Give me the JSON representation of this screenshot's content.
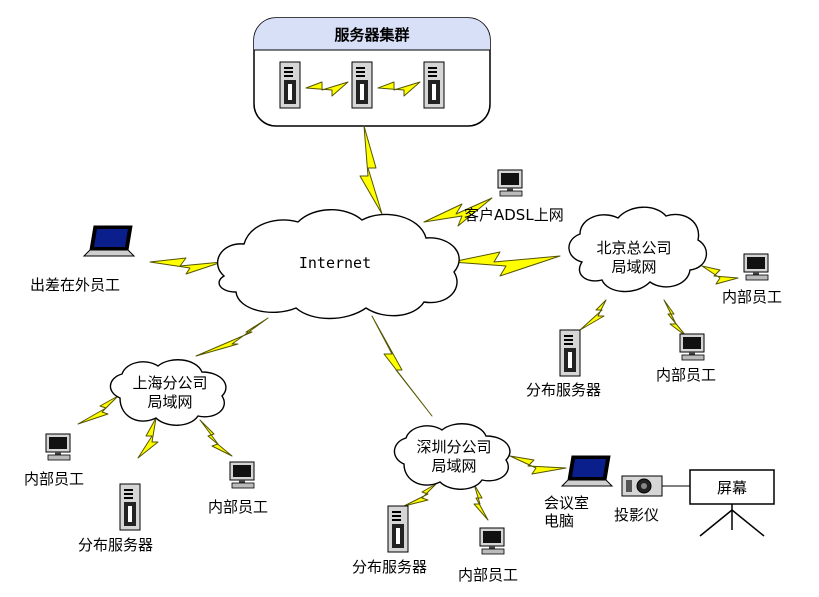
{
  "server_cluster": {
    "title": "服务器集群"
  },
  "internet": {
    "label": "Internet"
  },
  "clouds": {
    "beijing": [
      "北京总公司",
      "局域网"
    ],
    "shanghai": [
      "上海分公司",
      "局域网"
    ],
    "shenzhen": [
      "深圳分公司",
      "局域网"
    ]
  },
  "labels": {
    "client_adsl": "客户ADSL上网",
    "traveling_staff": "出差在外员工",
    "beijing_staff": "内部员工",
    "beijing_server": "分布服务器",
    "beijing_staff2": "内部员工",
    "shanghai_staff_left": "内部员工",
    "shanghai_server": "分布服务器",
    "shanghai_staff_right": "内部员工",
    "shenzhen_server": "分布服务器",
    "shenzhen_staff": "内部员工",
    "meeting_pc": [
      "会议室",
      "电脑"
    ],
    "projector": "投影仪",
    "screen": "屏幕"
  },
  "colors": {
    "bolt": "#ffff00",
    "cluster_header": "#d8e0f8"
  }
}
